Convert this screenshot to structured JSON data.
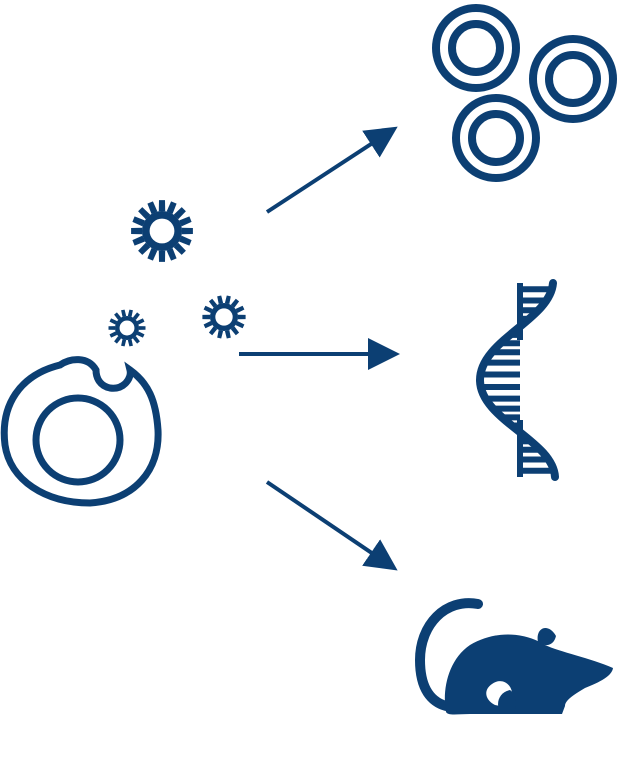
{
  "diagram": {
    "theme_color": "#0c3f73",
    "background": "#ffffff",
    "nodes": [
      {
        "id": "source-cell",
        "icon": "cell-budding-icon"
      },
      {
        "id": "vesicle-large",
        "icon": "extracellular-vesicle-icon"
      },
      {
        "id": "vesicle-small-left",
        "icon": "extracellular-vesicle-icon"
      },
      {
        "id": "vesicle-small-right",
        "icon": "extracellular-vesicle-icon"
      },
      {
        "id": "target-cells",
        "icon": "cell-cluster-icon"
      },
      {
        "id": "target-dna",
        "icon": "dna-helix-icon"
      },
      {
        "id": "target-mouse",
        "icon": "mouse-icon"
      }
    ],
    "edges": [
      {
        "from": "vesicles",
        "to": "target-cells",
        "icon": "arrow-up-right-icon"
      },
      {
        "from": "vesicles",
        "to": "target-dna",
        "icon": "arrow-right-icon"
      },
      {
        "from": "vesicles",
        "to": "target-mouse",
        "icon": "arrow-down-right-icon"
      }
    ]
  }
}
